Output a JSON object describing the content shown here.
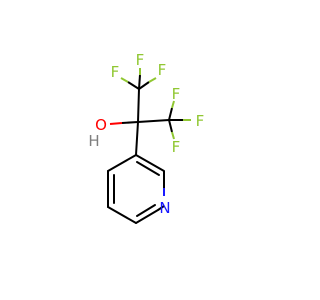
{
  "molecule": {
    "atoms": {
      "f1": "F",
      "f2": "F",
      "f3": "F",
      "f4": "F",
      "f5": "F",
      "f6": "F",
      "o": "O",
      "h": "H",
      "n": "N"
    }
  },
  "colors": {
    "fluorine": "#90c732",
    "oxygen": "#ff0000",
    "nitrogen": "#1a1aff",
    "hydrogen": "#7f7f7f",
    "carbon": "#000000"
  }
}
